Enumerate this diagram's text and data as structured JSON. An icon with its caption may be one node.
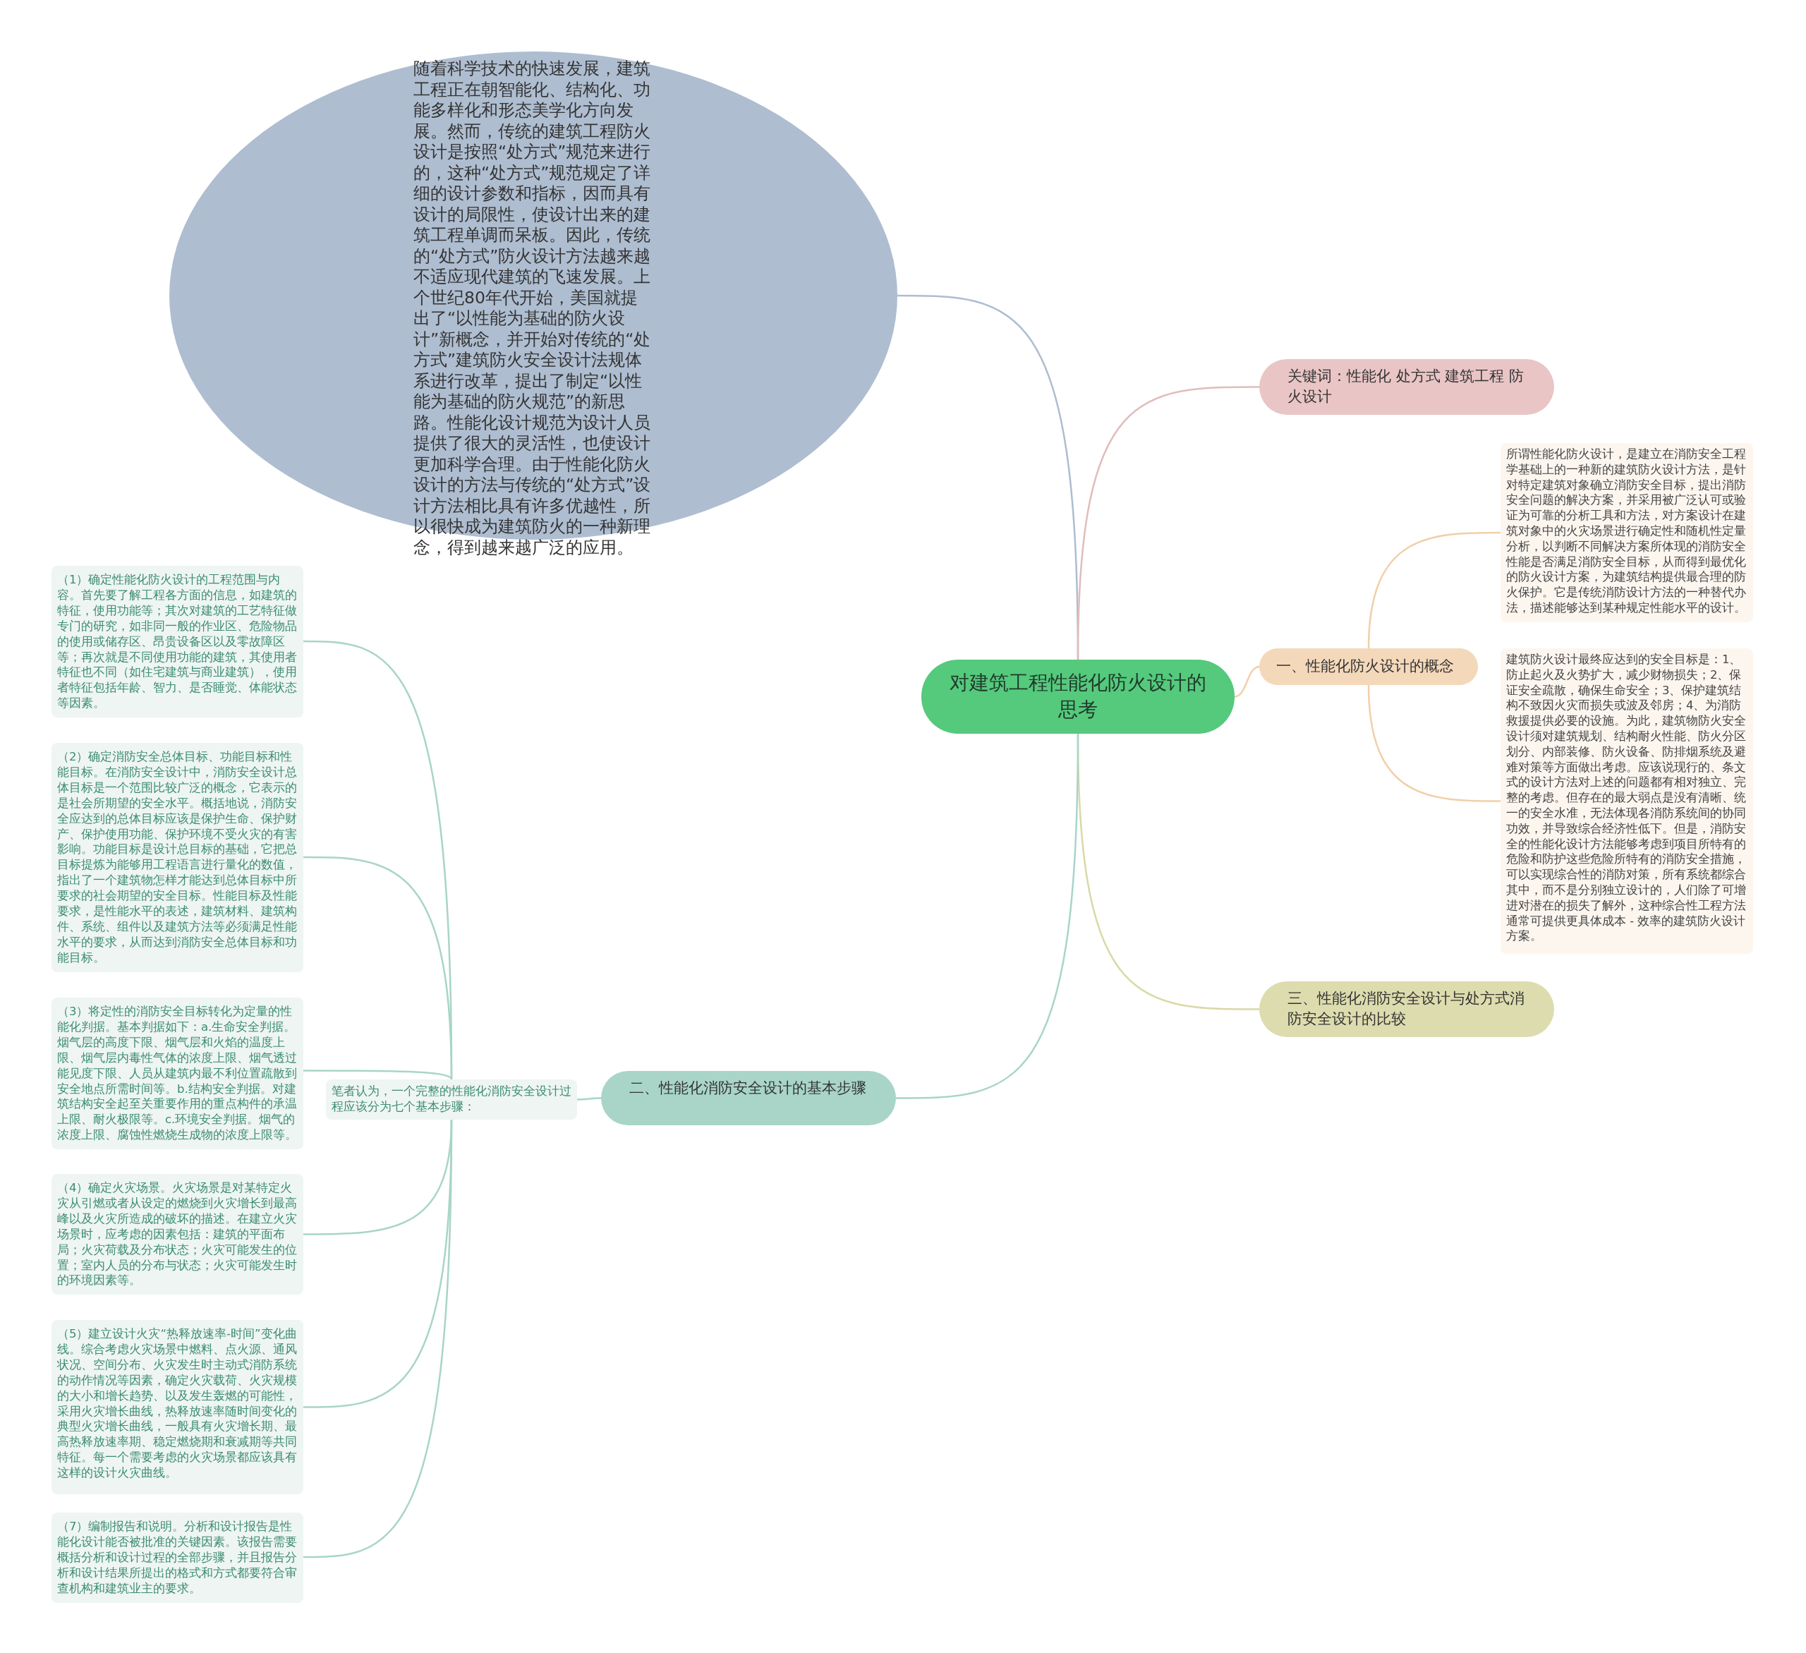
{
  "diagram": {
    "nodes": [
      {
        "text": [
          "对建筑工程性能化防火设计的思考"
        ]
      },
      {
        "text": [
          "随着科学技术的快速发展，建筑工程正在朝智能化、结构化、功能多样化和形态美学化方向发展。然而，传统的建筑工程防火设计是按照“处方式”规范来进行的，这种“处方式”规范规定了详细的设计参数和指标，因而具有设计的局限性，使设计出来的建筑工程单调而呆板。因此，传统的“处方式”防火设计方法越来越不适应现代建筑的飞速发展。上个世纪80年代开始，美国就提出了“以性能为基础的防火设计”新概念，并开始对传统的“处方式”建筑防火安全设计法规体系进行改革，提出了制定“以性能为基础的防火规范”的新思路。性能化设计规范为设计人员提供了很大的灵活性，也使设计更加科学合理。由于性能化防火设计的方法与传统的“处方式”设计方法相比具有许多优越性，所以很快成为建筑防火的一种新理念，得到越来越广泛的应用。"
        ]
      },
      {
        "text": [
          "关键词：性能化 处方式 建筑工程 防火设计"
        ]
      },
      {
        "text": [
          "一、性能化防火设计的概念"
        ]
      },
      {
        "text": [
          "所谓性能化防火设计，是建立在消防安全工程学基础上的一种新的建筑防火设计方法，是针对特定建筑对象确立消防安全目标，提出消防安全问题的解决方案，并采用被广泛认可或验证为可靠的分析工具和方法，对方案设计在建筑对象中的火灾场景进行确定性和随机性定量分析，以判断不同解决方案所体现的消防安全性能是否满足消防安全目标，从而得到最优化的防火设计方案，为建筑结构提供最合理的防火保护。它是传统消防设计方法的一种替代办法，描述能够达到某种规定性能水平的设计。"
        ]
      },
      {
        "text": [
          "建筑防火设计最终应达到的安全目标是：1、防止起火及火势扩大，减少财物损失；2、保证安全疏散，确保生命安全；3、保护建筑结构不致因火灾而损失或波及邻房；4、为消防救援提供必要的设施。为此，建筑物防火安全设计须对建筑规划、结构耐火性能、防火分区划分、内部装修、防火设备、防排烟系统及避难对策等方面做出考虑。应该说现行的、条文式的设计方法对上述的问题都有相对独立、完整的考虑。但存在的最大弱点是没有清晰、统一的安全水准，无法体现各消防系统间的协同功效，并导致综合经济性低下。但是，消防安全的性能化设计方法能够考虑到项目所特有的危险和防护这些危险所特有的消防安全措施，可以实现综合性的消防对策，所有系统都综合其中，而不是分别独立设计的，人们除了可增进对潜在的损失了解外，这种综合性工程方法通常可提供更具体成本 - 效率的建筑防火设计方案。"
        ]
      },
      {
        "text": [
          "三、性能化消防安全设计与处方式消防安全设计的比较"
        ]
      },
      {
        "text": [
          "二、性能化消防安全设计的基本步骤"
        ]
      },
      {
        "text": [
          "笔者认为，一个完整的性能化消防安全设计过程应该分为七个基本步骤："
        ]
      },
      {
        "text": [
          "（1）确定性能化防火设计的工程范围与内容。首先要了解工程各方面的信息，如建筑的特征，使用功能等；其次对建筑的工艺特征做专门的研究，如非同一般的作业区、危险物品的使用或储存区、昂贵设备区以及零故障区等；再次就是不同使用功能的建筑，其使用者特征也不同（如住宅建筑与商业建筑），使用者特征包括年龄、智力、是否睡觉、体能状态等因素。"
        ]
      },
      {
        "text": [
          "（2）确定消防安全总体目标、功能目标和性能目标。在消防安全设计中，消防安全设计总体目标是一个范围比较广泛的概念，它表示的是社会所期望的安全水平。概括地说，消防安全应达到的总体目标应该是保护生命、保护财产、保护使用功能、保护环境不受火灾的有害影响。功能目标是设计总目标的基础，它把总目标提炼为能够用工程语言进行量化的数值，指出了一个建筑物怎样才能达到总体目标中所要求的社会期望的安全目标。性能目标及性能要求，是性能水平的表述，建筑材料、建筑构件、系统、组件以及建筑方法等必须满足性能水平的要求，从而达到消防安全总体目标和功能目标。"
        ]
      },
      {
        "text": [
          "（3）将定性的消防安全目标转化为定量的性能化判据。基本判据如下：a.生命安全判据。烟气层的高度下限、烟气层和火焰的温度上限、烟气层内毒性气体的浓度上限、烟气透过能见度下限、人员从建筑内最不利位置疏散到安全地点所需时间等。b.结构安全判据。对建筑结构安全起至关重要作用的重点构件的承温上限、耐火极限等。c.环境安全判据。烟气的浓度上限、腐蚀性燃烧生成物的浓度上限等。"
        ]
      },
      {
        "text": [
          "（4）确定火灾场景。火灾场景是对某特定火灾从引燃或者从设定的燃烧到火灾增长到最高峰以及火灾所造成的破坏的描述。在建立火灾场景时，应考虑的因素包括：建筑的平面布局；火灾荷载及分布状态；火灾可能发生的位置；室内人员的分布与状态；火灾可能发生时的环境因素等。"
        ]
      },
      {
        "text": [
          "（5）建立设计火灾“热释放速率-时间”变化曲线。综合考虑火灾场景中燃料、点火源、通风状况、空间分布、火灾发生时主动式消防系统的动作情况等因素，确定火灾载荷、火灾规模的大小和增长趋势、以及发生轰燃的可能性，采用火灾增长曲线，热释放速率随时间变化的典型火灾增长曲线，一般具有火灾增长期、最高热释放速率期、稳定燃烧期和衰减期等共同特征。每一个需要考虑的火灾场景都应该具有这样的设计火灾曲线。"
        ]
      },
      {
        "text": [
          "（7）编制报告和说明。分析和设计报告是性能化设计能否被批准的关键因素。该报告需要概括分析和设计过程的全部步骤，并且报告分析和设计结果所提出的格式和方式都要符合审查机构和建筑业主的要求。"
        ]
      }
    ],
    "edges": [
      {
        "from": 0,
        "to": 1,
        "arrow": "none",
        "color": "#aebdd0"
      },
      {
        "from": 0,
        "to": 2,
        "arrow": "none",
        "color": "#e2bcbc"
      },
      {
        "from": 0,
        "to": 3,
        "arrow": "none",
        "color": "#f1cfa8"
      },
      {
        "from": 3,
        "to": 4,
        "arrow": "none",
        "color": "#f1cfa8"
      },
      {
        "from": 3,
        "to": 5,
        "arrow": "none",
        "color": "#f1cfa8"
      },
      {
        "from": 0,
        "to": 6,
        "arrow": "none",
        "color": "#d9d9a6"
      },
      {
        "from": 0,
        "to": 7,
        "arrow": "none",
        "color": "#a8d5c8"
      },
      {
        "from": 7,
        "to": 8,
        "arrow": "none",
        "color": "#a8d5c8"
      },
      {
        "from": 8,
        "to": 9,
        "arrow": "none",
        "color": "#a8d5c8"
      },
      {
        "from": 8,
        "to": 10,
        "arrow": "none",
        "color": "#a8d5c8"
      },
      {
        "from": 8,
        "to": 11,
        "arrow": "none",
        "color": "#a8d5c8"
      },
      {
        "from": 8,
        "to": 12,
        "arrow": "none",
        "color": "#a8d5c8"
      },
      {
        "from": 8,
        "to": 13,
        "arrow": "none",
        "color": "#a8d5c8"
      },
      {
        "from": 8,
        "to": 14,
        "arrow": "none",
        "color": "#a8d5c8"
      }
    ]
  }
}
